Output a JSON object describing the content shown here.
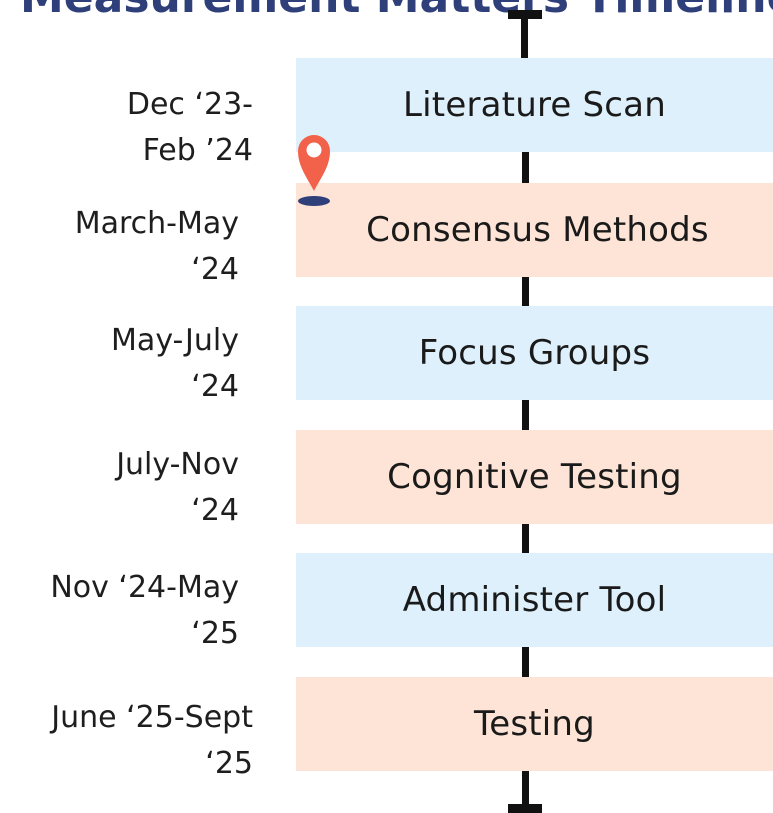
{
  "title": "Measurement Matters Timeline",
  "colors": {
    "blue_band": "#ddf0fb",
    "peach_band": "#fde4d6",
    "axis": "#111111",
    "pin": "#f2614a",
    "pin_base": "#2f3f7a",
    "title": "#2f3f7a"
  },
  "current_marker": {
    "icon": "location-pin-icon",
    "phase": "Consensus Methods"
  },
  "phases": [
    {
      "label": "Literature Scan",
      "date_line1": "Dec ‘23-",
      "date_line2": "Feb ’24",
      "color": "blue"
    },
    {
      "label": "Consensus Methods",
      "date_line1": "March-May",
      "date_line2": "‘24",
      "color": "peach"
    },
    {
      "label": "Focus Groups",
      "date_line1": "May-July",
      "date_line2": "‘24",
      "color": "blue"
    },
    {
      "label": "Cognitive Testing",
      "date_line1": "July-Nov",
      "date_line2": "‘24",
      "color": "peach"
    },
    {
      "label": "Administer Tool",
      "date_line1": "Nov ‘24-May",
      "date_line2": "‘25",
      "color": "blue"
    },
    {
      "label": "Testing",
      "date_line1": "June ‘25-Sept",
      "date_line2": "‘25",
      "color": "peach"
    }
  ]
}
